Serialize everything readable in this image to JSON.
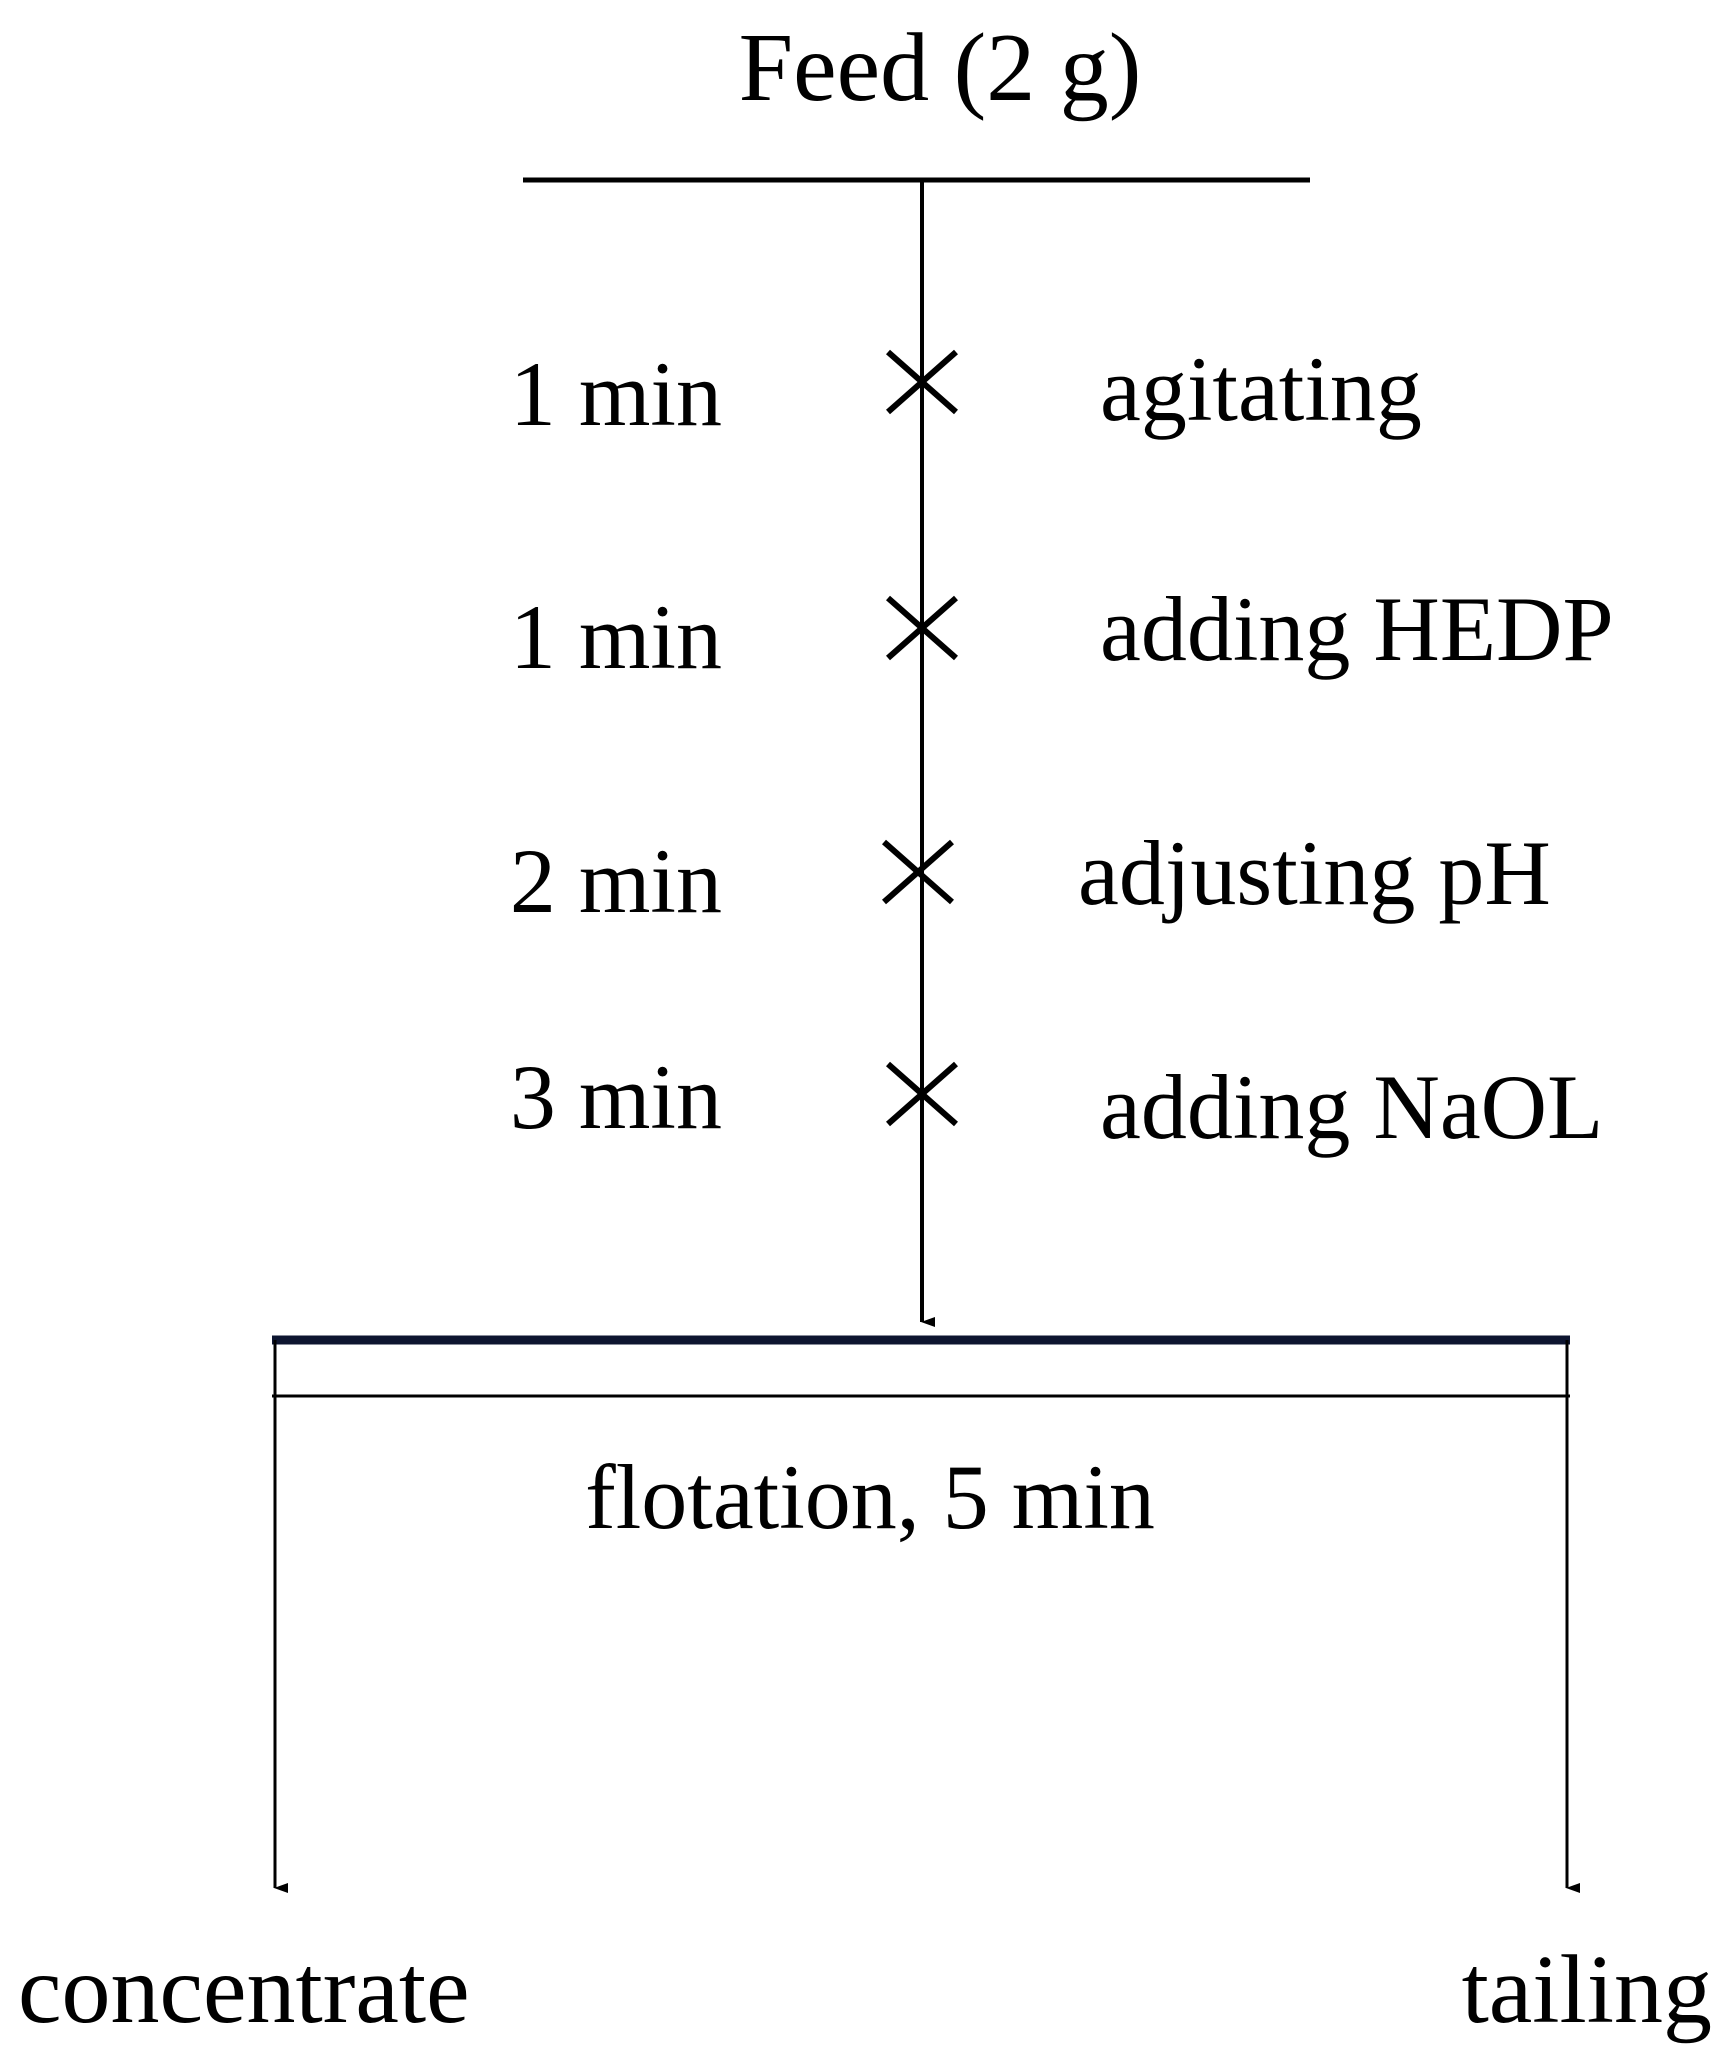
{
  "feed": {
    "label": "Feed (2 g)"
  },
  "steps": [
    {
      "time": "1 min",
      "action": "agitating"
    },
    {
      "time": "1 min",
      "action": "adding HEDP"
    },
    {
      "time": "2 min",
      "action": "adjusting pH"
    },
    {
      "time": "3 min",
      "action": "adding NaOL"
    }
  ],
  "flotation": {
    "label": "flotation, 5 min"
  },
  "outputs": {
    "concentrate": "concentrate",
    "tailing": "tailing"
  },
  "colors": {
    "line": "#000000",
    "cell_top": "#0d1530"
  }
}
